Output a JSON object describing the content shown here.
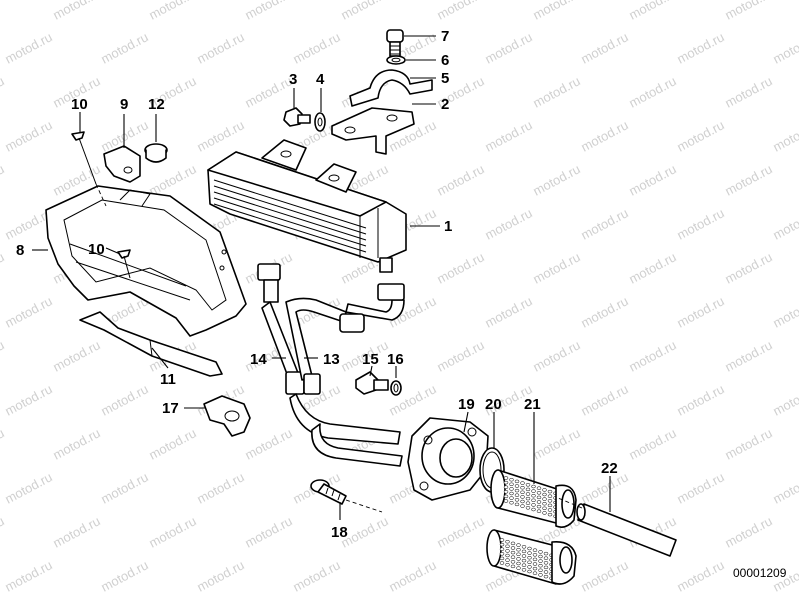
{
  "diagram": {
    "watermark_text": "motod.ru",
    "reference_code": "00001209",
    "callouts": {
      "c1": "1",
      "c2": "2",
      "c3": "3",
      "c4": "4",
      "c5": "5",
      "c6": "6",
      "c7": "7",
      "c8": "8",
      "c9": "9",
      "c10a": "10",
      "c10b": "10",
      "c11": "11",
      "c12": "12",
      "c13": "13",
      "c14": "14",
      "c15": "15",
      "c16": "16",
      "c17": "17",
      "c18": "18",
      "c19": "19",
      "c20": "20",
      "c21": "21",
      "c22": "22"
    }
  }
}
